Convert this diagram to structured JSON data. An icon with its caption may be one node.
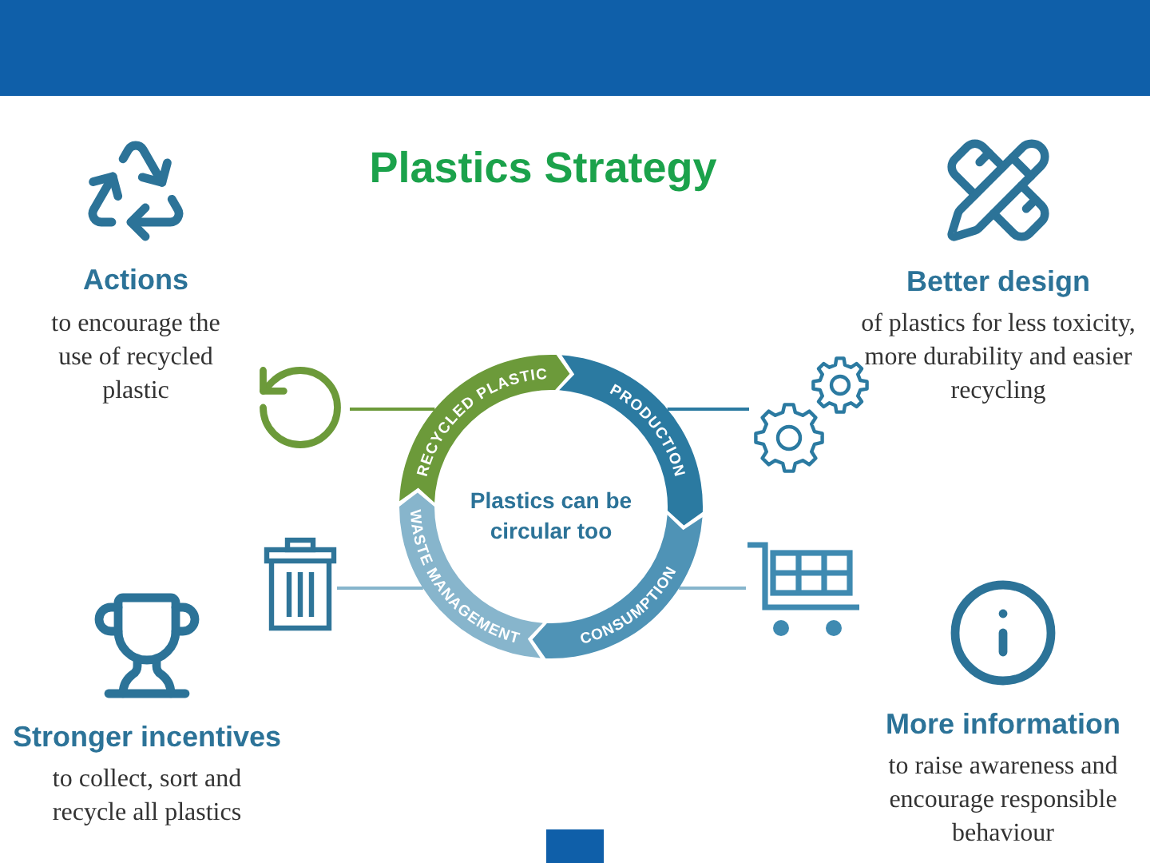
{
  "diagram": {
    "title": "Plastics Strategy",
    "nodes": [
      {
        "text": [
          "Actions",
          "to encourage the use of recycled plastic"
        ]
      },
      {
        "text": [
          "Better design",
          "of plastics for less toxicity, more durability and easier recycling"
        ]
      },
      {
        "text": [],
        "shape": "picture"
      },
      {
        "text": [
          "RECYCLED PLASTIC"
        ]
      },
      {
        "text": [
          "PRODUCTION"
        ]
      },
      {
        "text": [],
        "shape": "picture"
      },
      {
        "text": [],
        "shape": "picture"
      },
      {
        "text": [
          "WASTE MANAGEMENT"
        ]
      },
      {
        "text": [
          "CONSUMPTION"
        ]
      },
      {
        "text": [],
        "shape": "picture"
      },
      {
        "text": [
          "Stronger incentives",
          "to collect, sort and recycle all plastics"
        ]
      },
      {
        "text": [
          "More information",
          "to raise awareness and encourage responsible behaviour"
        ]
      }
    ],
    "edges": [
      {
        "from": 2,
        "to": 3,
        "arrow": "none",
        "color": "#6c9a3a"
      },
      {
        "from": 5,
        "to": 4,
        "arrow": "none",
        "color": "#2b7aa1"
      },
      {
        "from": 6,
        "to": 7,
        "arrow": "none"
      },
      {
        "from": 9,
        "to": 8,
        "arrow": "none"
      }
    ],
    "labels": [
      "Plastics can be circular too"
    ]
  }
}
